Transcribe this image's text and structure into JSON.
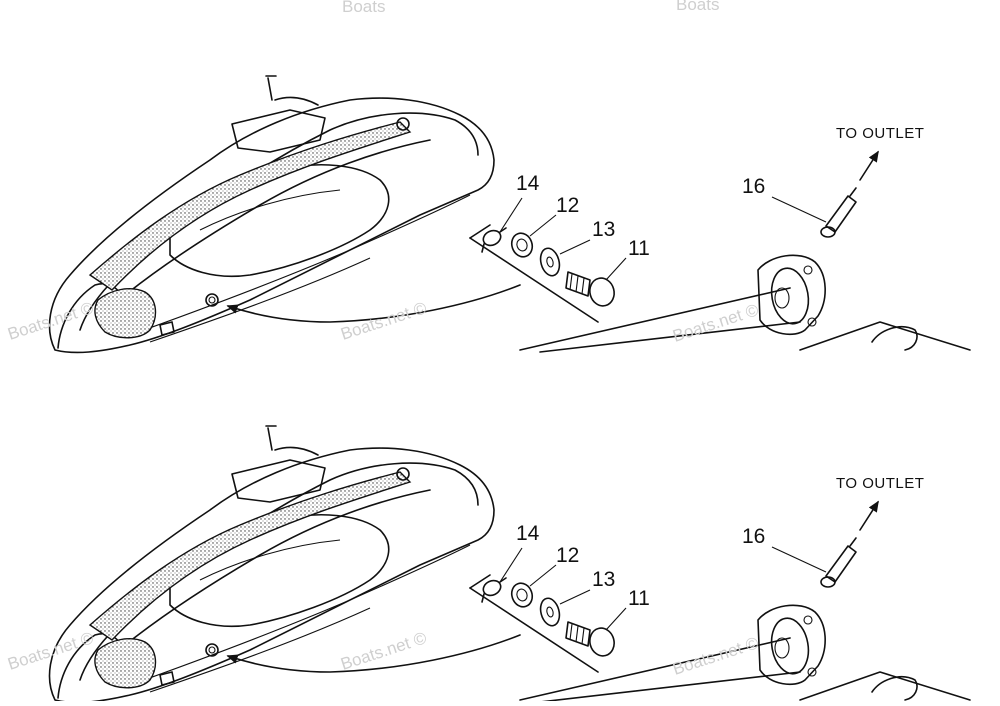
{
  "watermark": "Boats.net ©",
  "parts": {
    "p14": "14",
    "p12": "12",
    "p13": "13",
    "p11": "11",
    "p16": "16"
  },
  "outlet_label": "TO OUTLET",
  "colors": {
    "line": "#111111",
    "watermark": "#cfcfcf",
    "background": "#ffffff"
  }
}
